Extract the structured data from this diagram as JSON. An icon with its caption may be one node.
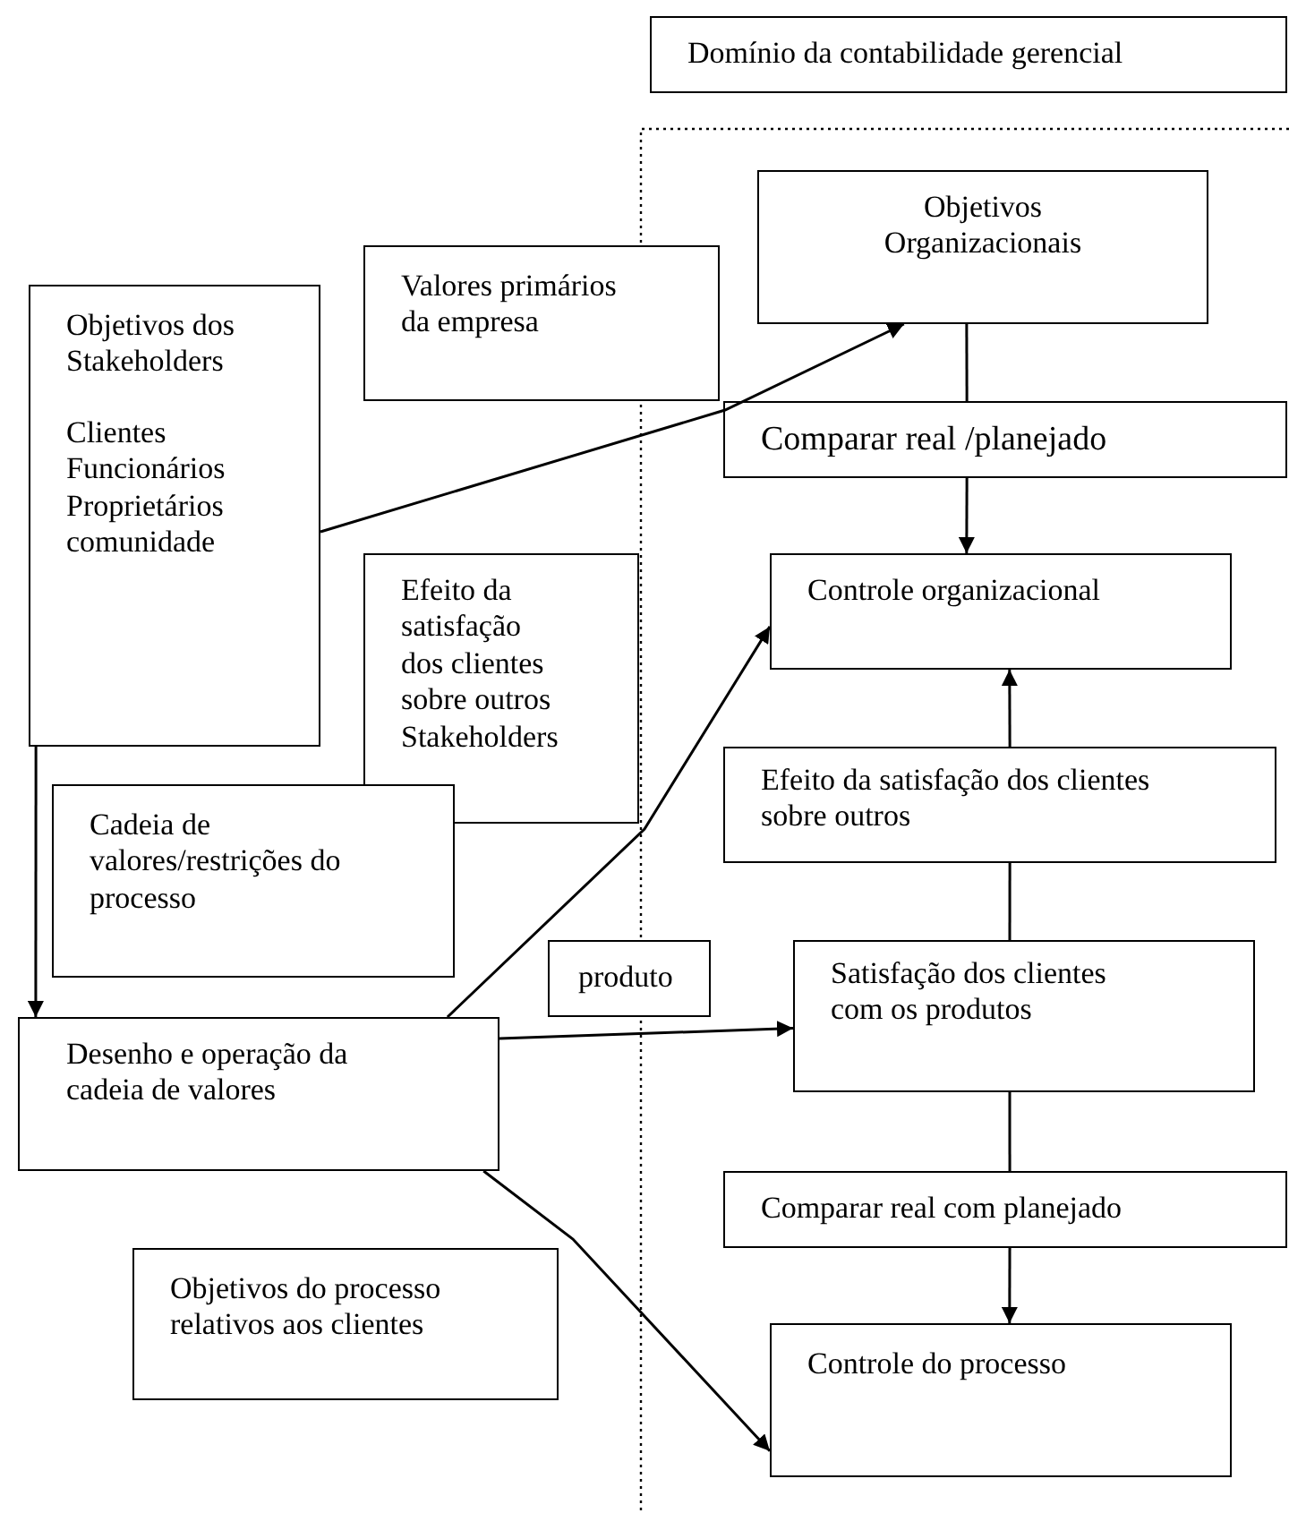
{
  "diagram": {
    "nodes": [
      {
        "text": [
          "Domínio da contabilidade gerencial"
        ]
      },
      {
        "text": [
          "Objetivos Organizacionais"
        ]
      },
      {
        "text": [
          "Valores primários da empresa"
        ]
      },
      {
        "text": [
          "Objetivos dos Stakeholders",
          "Clientes Funcionários Proprietários comunidade"
        ]
      },
      {
        "text": [
          "Comparar real /planejado"
        ]
      },
      {
        "text": [
          "Controle organizacional"
        ]
      },
      {
        "text": [
          "Efeito da satisfação dos clientes sobre outros Stakeholders"
        ]
      },
      {
        "text": [
          "Cadeia de valores/restrições do processo"
        ]
      },
      {
        "text": [
          "Efeito da satisfação dos clientes sobre outros"
        ]
      },
      {
        "text": [
          "produto"
        ]
      },
      {
        "text": [
          "Satisfação dos clientes com os produtos"
        ]
      },
      {
        "text": [
          "Desenho e operação da cadeia de valores"
        ]
      },
      {
        "text": [
          "Comparar real com planejado"
        ]
      },
      {
        "text": [
          "Objetivos do processo relativos aos clientes"
        ]
      },
      {
        "text": [
          "Controle do processo"
        ]
      }
    ],
    "edges": [
      {
        "from": 3,
        "to": 1,
        "arrow": "to"
      },
      {
        "from": 1,
        "to": 4,
        "arrow": "none"
      },
      {
        "from": 4,
        "to": 5,
        "arrow": "to"
      },
      {
        "from": 3,
        "to": 11,
        "arrow": "to"
      },
      {
        "from": 11,
        "to": 5,
        "arrow": "to"
      },
      {
        "from": 11,
        "to": 10,
        "arrow": "to"
      },
      {
        "from": 10,
        "to": 8,
        "arrow": "none"
      },
      {
        "from": 8,
        "to": 5,
        "arrow": "to"
      },
      {
        "from": 10,
        "to": 12,
        "arrow": "none"
      },
      {
        "from": 12,
        "to": 14,
        "arrow": "to"
      },
      {
        "from": 11,
        "to": 14,
        "arrow": "to"
      }
    ]
  }
}
